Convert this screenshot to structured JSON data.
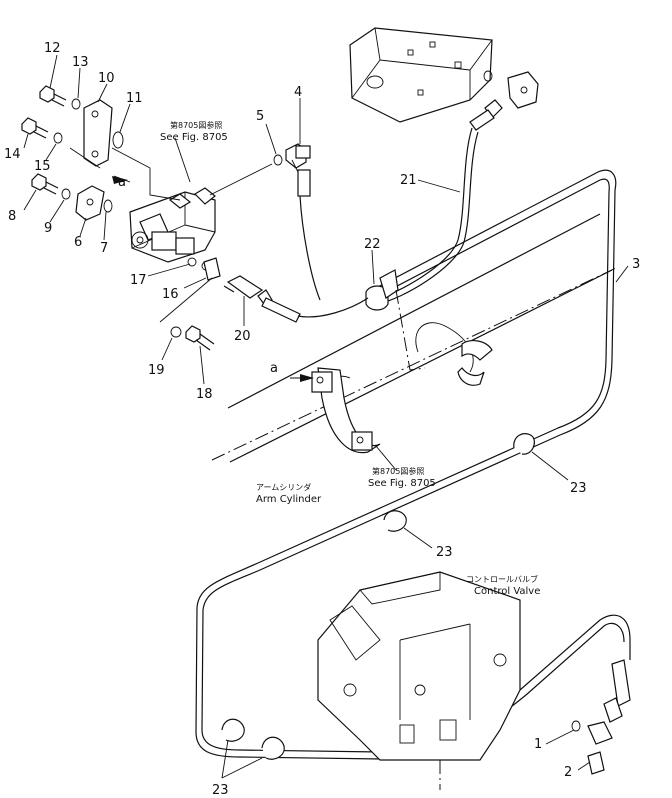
{
  "callouts": {
    "n1": "1",
    "n2": "2",
    "n3": "3",
    "n4": "4",
    "n5": "5",
    "n6": "6",
    "n7": "7",
    "n8": "8",
    "n9": "9",
    "n10": "10",
    "n11": "11",
    "n12": "12",
    "n13": "13",
    "n14": "14",
    "n15": "15",
    "n16": "16",
    "n17": "17",
    "n18": "18",
    "n19": "19",
    "n20": "20",
    "n21": "21",
    "n22": "22",
    "n23a": "23",
    "n23b": "23",
    "n23c": "23",
    "a1": "a",
    "a2": "a"
  },
  "labels": {
    "see_fig_top_jp": "第8705図参照",
    "see_fig_top_en": "See Fig. 8705",
    "arm_cyl_jp": "アームシリンダ",
    "arm_cyl_en": "Arm Cylinder",
    "see_fig_mid_jp": "第8705図参照",
    "see_fig_mid_en": "See Fig. 8705",
    "control_valve_jp": "コントロールバルブ",
    "control_valve_en": "Control Valve"
  }
}
